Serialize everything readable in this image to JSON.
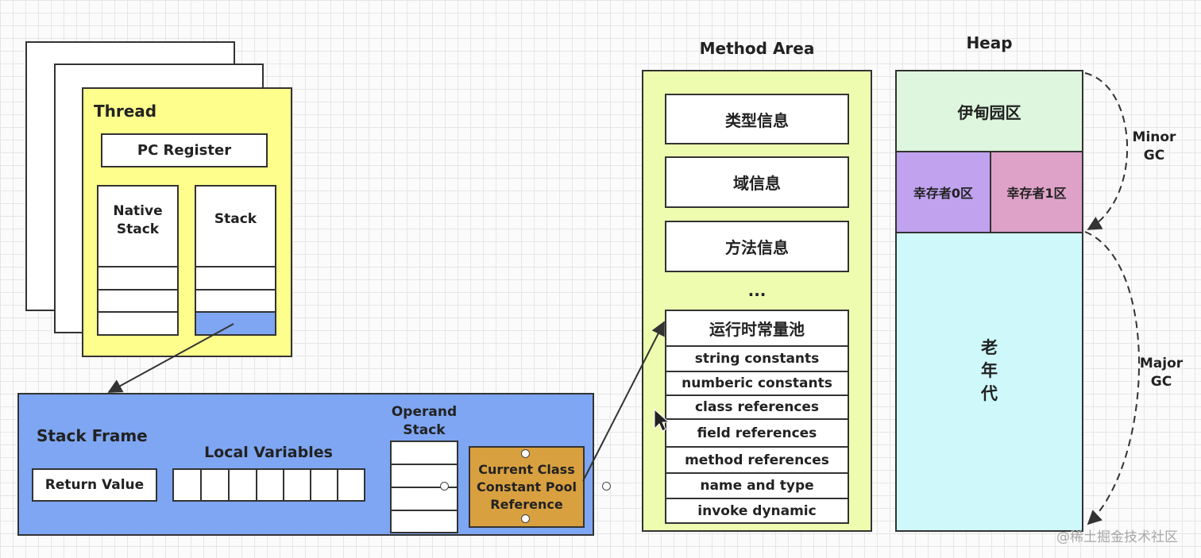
{
  "thread": {
    "title": "Thread",
    "pc_register": "PC Register",
    "native_stack": "Native\nStack",
    "stack": "Stack"
  },
  "stack_frame": {
    "title": "Stack Frame",
    "return_value": "Return Value",
    "local_variables": "Local Variables",
    "operand_stack": "Operand\nStack",
    "current_class_ref": "Current Class\nConstant Pool\nReference"
  },
  "method_area": {
    "title": "Method Area",
    "type_info": "类型信息",
    "field_info": "域信息",
    "method_info": "方法信息",
    "ellipsis": "...",
    "runtime_pool": {
      "title": "运行时常量池",
      "items": [
        "string constants",
        "numberic constants",
        "class references",
        "field references",
        "method references",
        "name and type",
        "invoke dynamic"
      ]
    }
  },
  "heap": {
    "title": "Heap",
    "eden": "伊甸园区",
    "survivor0": "幸存者0区",
    "survivor1": "幸存者1区",
    "old_gen": "老\n年\n代",
    "minor_gc": "Minor\nGC",
    "major_gc": "Major\nGC"
  },
  "watermark": "@稀土掘金技术社区",
  "colors": {
    "thread_fill": "#fefe8c",
    "stack_frame_fill": "#7ea6f2",
    "stack_top_fill": "#7ea6f2",
    "current_class_fill": "#d9a040",
    "method_area_fill": "#eefcb0",
    "eden_fill": "#ddf6dd",
    "survivor0_fill": "#c0a2ee",
    "survivor1_fill": "#dea2c8",
    "old_gen_fill": "#cef8fa"
  }
}
